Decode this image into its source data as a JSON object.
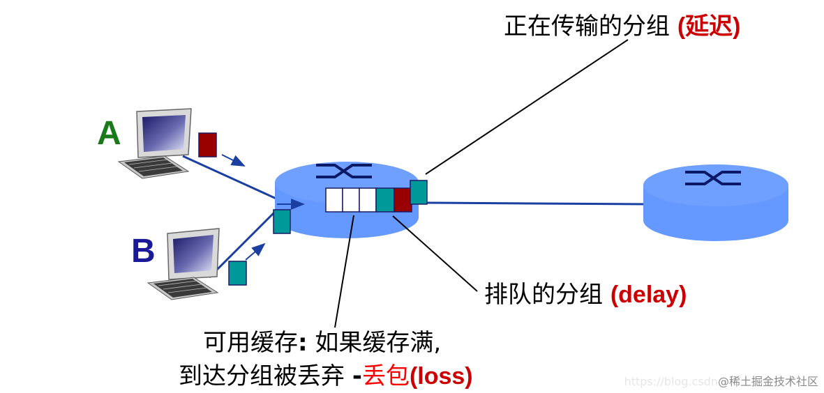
{
  "hosts": {
    "a": {
      "letter": "A",
      "color": "#1a7a1a"
    },
    "b": {
      "letter": "B",
      "color": "#1a1a99"
    }
  },
  "labels": {
    "transmitting": {
      "text": "正在传输的分组 ",
      "highlight": "(延迟)"
    },
    "queued": {
      "text": "排队的分组 ",
      "highlight": "(delay)"
    },
    "buffer_line1": {
      "text": "可用缓存",
      "bold_colon": ":",
      "rest": " 如果缓存满,"
    },
    "buffer_line2": {
      "text": "到达分组被丢弃 ",
      "dash": "-",
      "red": "丢包",
      "bold": "(loss)"
    }
  },
  "watermark": {
    "faded": "https://blog.csdn",
    "strong": "@稀土掘金技术社区"
  },
  "colors": {
    "router": "#6699ff",
    "packet_teal": "#009999",
    "packet_red": "#990000",
    "link": "#1a3fa0",
    "highlight_red": "#cc0000"
  }
}
